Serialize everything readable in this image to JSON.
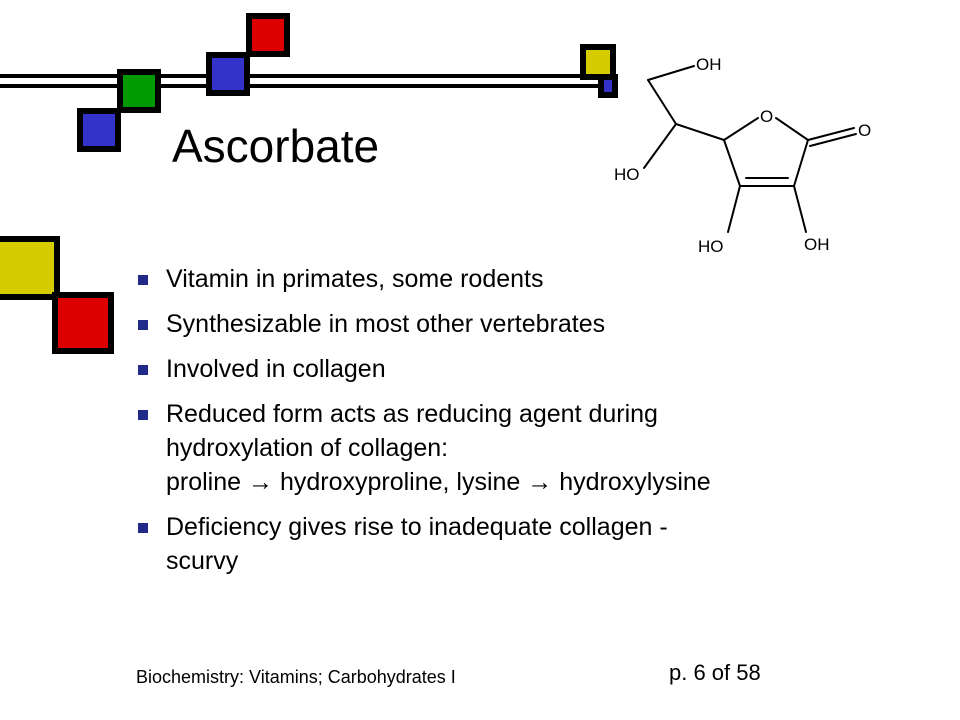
{
  "slide": {
    "title": "Ascorbate",
    "bullets": [
      {
        "lines": [
          "Vitamin in primates, some rodents"
        ]
      },
      {
        "lines": [
          "Synthesizable in most other vertebrates"
        ]
      },
      {
        "lines": [
          "Involved in collagen"
        ]
      },
      {
        "lines": [
          "Reduced form acts as reducing agent during",
          "hydroxylation of collagen:",
          "proline → hydroxyproline, lysine → hydroxylysine"
        ]
      },
      {
        "lines": [
          "Deficiency gives rise to inadequate collagen -",
          "scurvy"
        ]
      }
    ]
  },
  "footer": {
    "course": "Biochemistry: Vitamins; Carbohydrates I",
    "page": "p. 6 of 58"
  },
  "molecule": {
    "labels": {
      "oh_top": "OH",
      "ring_o": "O",
      "carbonyl_o": "O",
      "ho_left": "HO",
      "ho_bottom": "HO",
      "oh_bottom": "OH"
    }
  },
  "colors": {
    "yellow": "#d4cc00",
    "red": "#dd0000",
    "blue": "#3333cc",
    "green": "#009900",
    "bullet_marker": "#1f2a8a"
  }
}
